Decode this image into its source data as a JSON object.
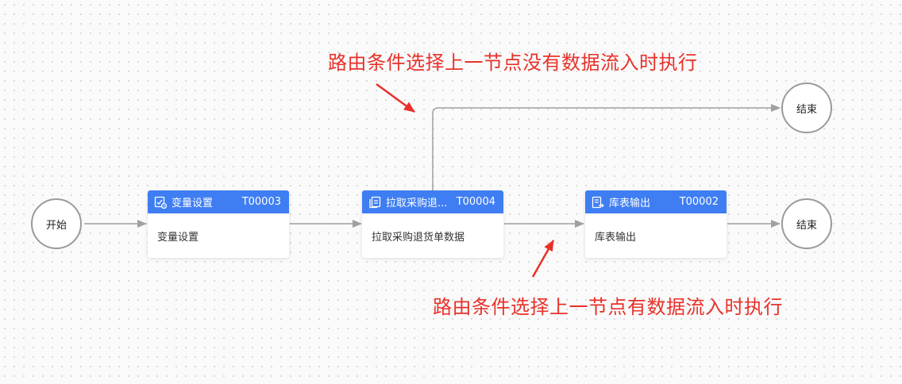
{
  "nodes": {
    "start": {
      "label": "开始"
    },
    "end_top": {
      "label": "结束"
    },
    "end_bottom": {
      "label": "结束"
    },
    "tasks": [
      {
        "icon": "variable-settings-icon",
        "title": "变量设置",
        "code": "T00003",
        "body": "变量设置"
      },
      {
        "icon": "document-copy-icon",
        "title": "拉取采购退...",
        "code": "T00004",
        "body": "拉取采购退货单数据"
      },
      {
        "icon": "table-output-icon",
        "title": "库表输出",
        "code": "T00002",
        "body": "库表输出"
      }
    ]
  },
  "annotations": {
    "top": "路由条件选择上一节点没有数据流入时执行",
    "bottom": "路由条件选择上一节点有数据流入时执行"
  },
  "colors": {
    "node_header": "#3f7ef2",
    "connector": "#a0a0a0",
    "annotation": "#e8312a",
    "circle_border": "#9a9a9a"
  }
}
